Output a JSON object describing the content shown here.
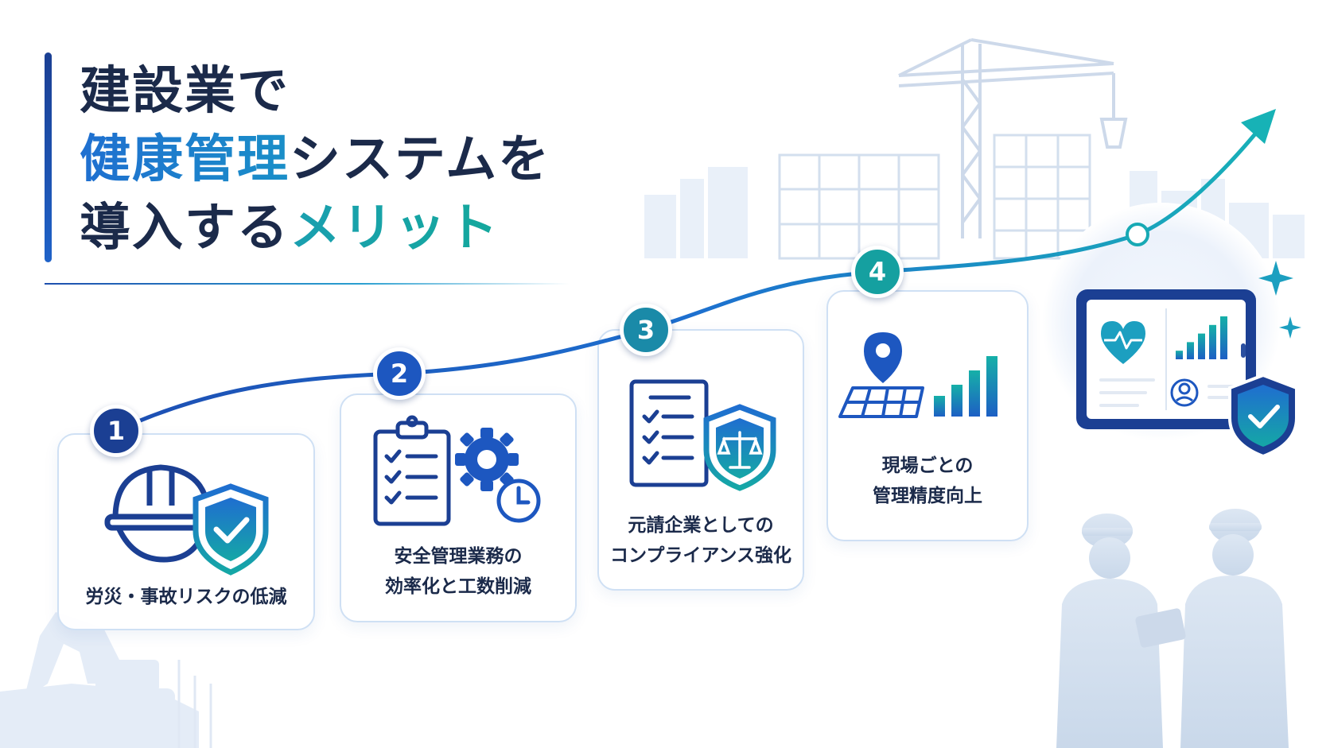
{
  "title": {
    "line1": "建設業で",
    "line2_highlight": "健康管理",
    "line2_rest": "システムを",
    "line3_rest": "導入する",
    "line3_highlight": "メリット"
  },
  "steps": [
    {
      "number": "1",
      "label": "労災・事故リスクの低減"
    },
    {
      "number": "2",
      "label": "安全管理業務の\n効率化と工数削減"
    },
    {
      "number": "3",
      "label": "元請企業としての\nコンプライアンス強化"
    },
    {
      "number": "4",
      "label": "現場ごとの\n管理精度向上"
    }
  ],
  "progress": {
    "levels": [
      1,
      2,
      3,
      4,
      5
    ]
  },
  "colors": {
    "navy": "#1b3f93",
    "blue": "#1f62c8",
    "teal": "#14a89c",
    "text": "#1b2a4a",
    "card_border": "#cfe0f4"
  },
  "icons": [
    "helmet-icon",
    "shield-check-icon",
    "clipboard-checklist-icon",
    "gear-icon",
    "clock-icon",
    "document-checklist-icon",
    "shield-scales-icon",
    "location-pin-icon",
    "grid-map-icon",
    "bar-chart-icon",
    "tablet-dashboard-icon",
    "heart-pulse-icon",
    "user-icon",
    "sparkle-icon"
  ]
}
